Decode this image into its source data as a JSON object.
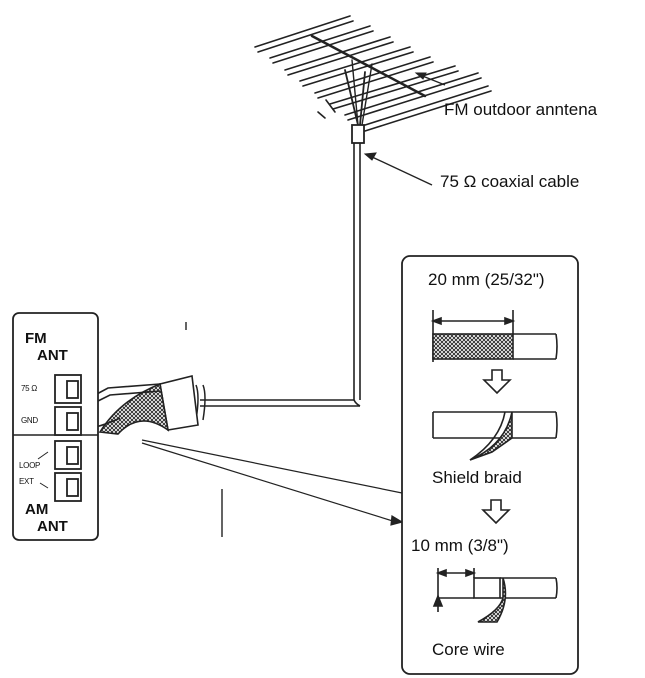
{
  "labels": {
    "antenna": "FM outdoor anntena",
    "cable": "75 Ω coaxial cable",
    "fm_ant_line1": "FM",
    "fm_ant_line2": "ANT",
    "am_ant_line1": "AM",
    "am_ant_line2": "ANT",
    "terminal_75": "75 Ω",
    "terminal_gnd": "GND",
    "terminal_loop": "LOOP",
    "terminal_ext": "EXT",
    "strip_length_1": "20 mm (25/32\")",
    "shield_braid": "Shield braid",
    "strip_length_2": "10 mm (3/8\")",
    "core_wire": "Core wire"
  }
}
